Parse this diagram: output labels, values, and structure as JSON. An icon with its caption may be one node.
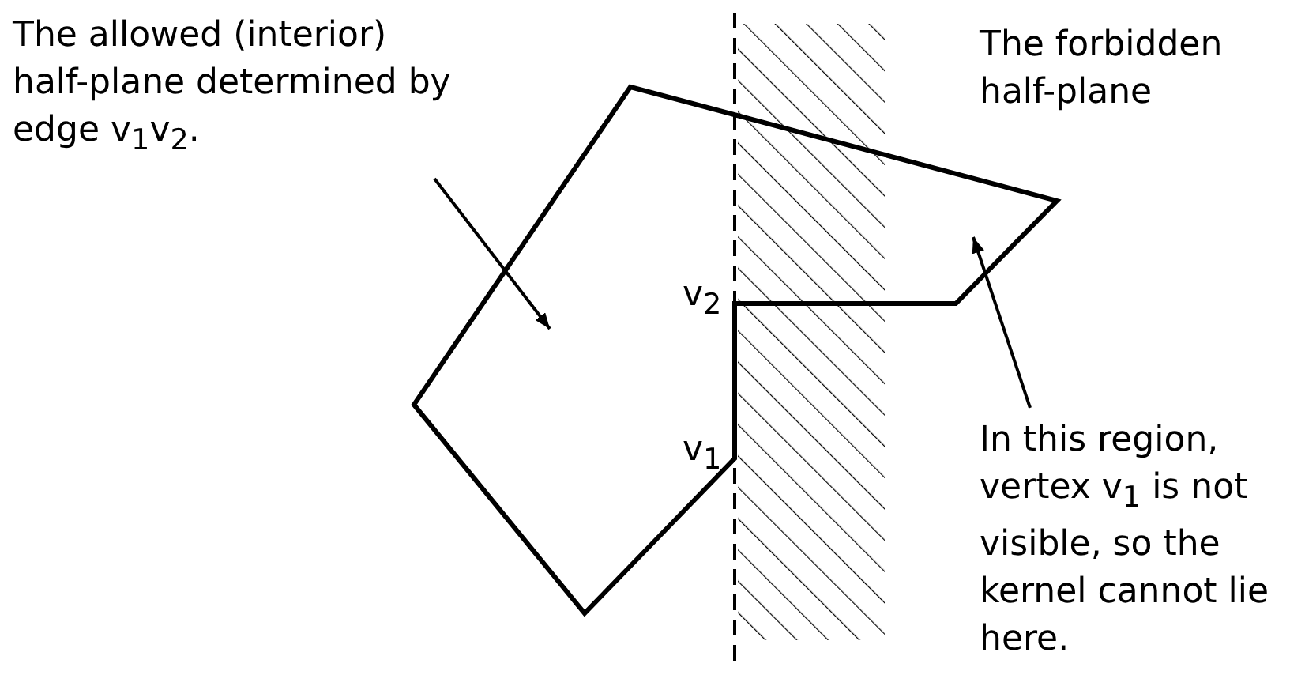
{
  "diagram": {
    "nodes": [
      {
        "text": [
          "The allowed (interior) half-plane determined by edge v$_{1}$v$_{2}$."
        ]
      },
      {
        "text": [],
        "shape": "polygon"
      },
      {
        "text": [
          "In this region, vertex v$_{1}$ is not visible, so the kernel cannot lie here."
        ]
      },
      {
        "text": [],
        "shape": "band"
      }
    ],
    "edges": [
      {
        "from": 0,
        "to": 1,
        "arrow": "to"
      },
      {
        "from": 2,
        "to": 1,
        "arrow": "to"
      }
    ],
    "labels": [
      "The forbidden half-plane",
      "v$_{2}$",
      "v$_{1}$"
    ]
  }
}
